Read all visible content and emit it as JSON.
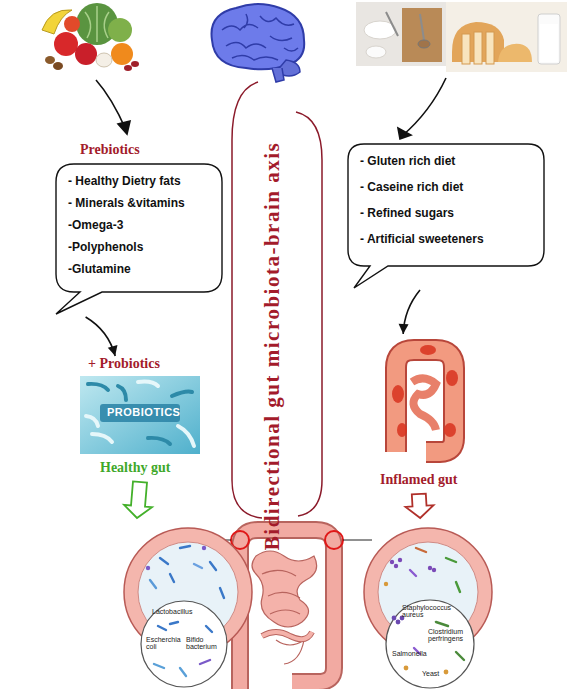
{
  "diagram": {
    "nodes": [
      {
        "text": [
          "Prebiotics",
          "- Healthy Dietry fats",
          "- Minerals &vitamins",
          "-Omega-3",
          "-Polyphenols",
          "-Glutamine"
        ]
      },
      {
        "text": [
          "- Gluten rich diet",
          "- Caseine rich diet",
          "- Refined sugars",
          "- Artificial sweeteners"
        ]
      },
      {
        "text": [
          "+ Probiotics",
          "PROBIOTICS",
          "Healthy gut"
        ]
      },
      {
        "text": [
          "Inflamed gut"
        ]
      },
      {
        "text": [
          "Lactobacillus",
          "Escherchia coli",
          "Bifido bacterium"
        ]
      },
      {
        "text": [
          "Staphylococcus aureus",
          "Clostridium perfringens",
          "Salmonella",
          "Yeast"
        ]
      }
    ],
    "edges": [
      {
        "from": 0,
        "to": 2,
        "arrow": "to"
      },
      {
        "from": 1,
        "to": 3,
        "arrow": "to"
      },
      {
        "from": 2,
        "to": 4,
        "arrow": "to"
      },
      {
        "from": 3,
        "to": 5,
        "arrow": "to"
      }
    ],
    "labels": [
      "Bidirectional gut microbiota-brain axis"
    ]
  }
}
